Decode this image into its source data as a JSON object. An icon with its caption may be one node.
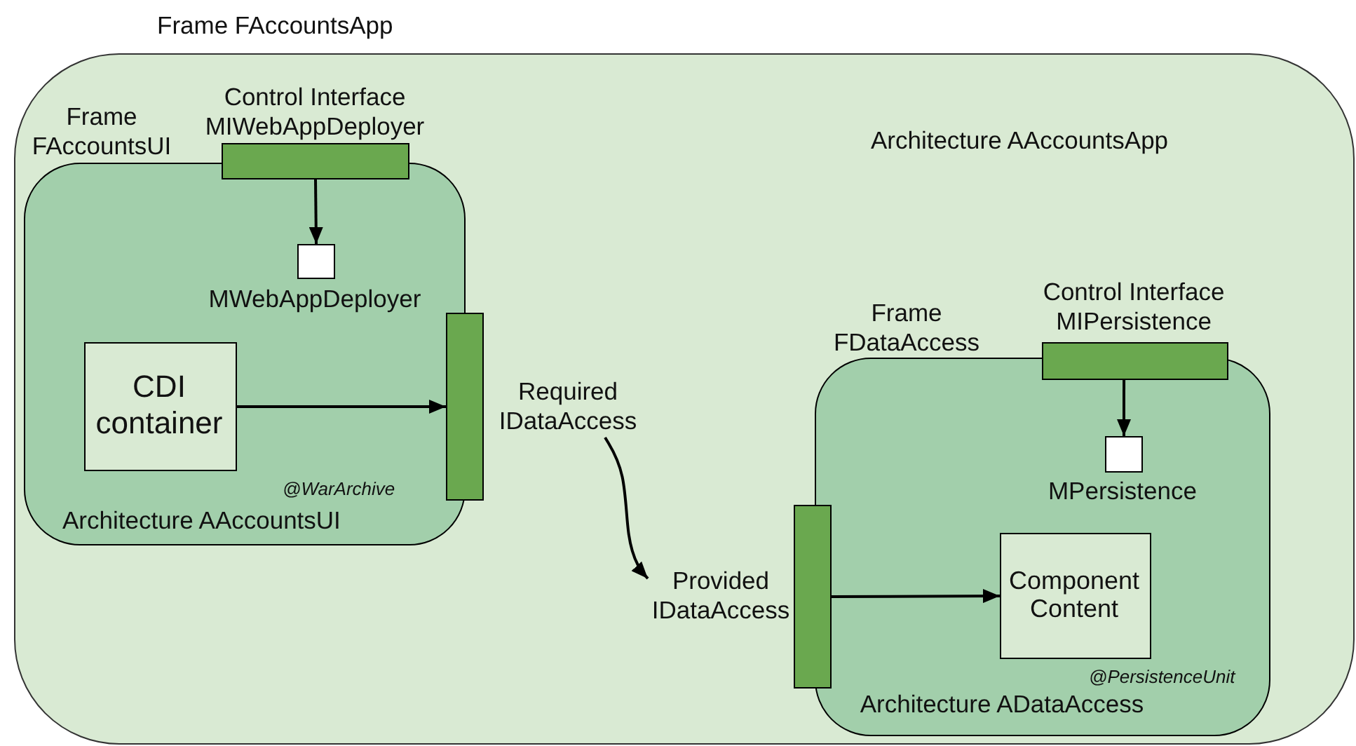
{
  "diagram": {
    "nodes": [
      {
        "text": [
          "Frame FAccountsApp",
          "Architecture AAccountsApp"
        ]
      },
      {
        "text": [
          "Frame FAccountsUI",
          "@WarArchive",
          "Architecture AAccountsUI"
        ],
        "in": 0
      },
      {
        "text": [
          "Control Interface MIWebAppDeployer"
        ],
        "in": 0
      },
      {
        "text": [
          "MWebAppDeployer"
        ],
        "in": 1
      },
      {
        "text": [
          "CDI container"
        ],
        "in": 1
      },
      {
        "text": [],
        "shape": "bar",
        "in": 0
      },
      {
        "text": [
          "Required IDataAccess"
        ],
        "in": 0
      },
      {
        "text": [
          "Provided IDataAccess"
        ],
        "in": 0
      },
      {
        "text": [],
        "shape": "bar",
        "in": 0
      },
      {
        "text": [
          "Frame FDataAccess",
          "@PersistenceUnit",
          "Architecture ADataAccess"
        ],
        "in": 0
      },
      {
        "text": [
          "Control Interface MIPersistence"
        ],
        "in": 0
      },
      {
        "text": [
          "MPersistence"
        ],
        "in": 9
      },
      {
        "text": [
          "Component Content"
        ],
        "in": 9
      }
    ],
    "edges": [
      {
        "from": 2,
        "to": 3,
        "arrow": "to"
      },
      {
        "from": 4,
        "to": 5,
        "arrow": "to"
      },
      {
        "from": 6,
        "to": 7,
        "arrow": "to"
      },
      {
        "from": 8,
        "to": 12,
        "arrow": "to"
      },
      {
        "from": 10,
        "to": 11,
        "arrow": "to"
      }
    ]
  }
}
